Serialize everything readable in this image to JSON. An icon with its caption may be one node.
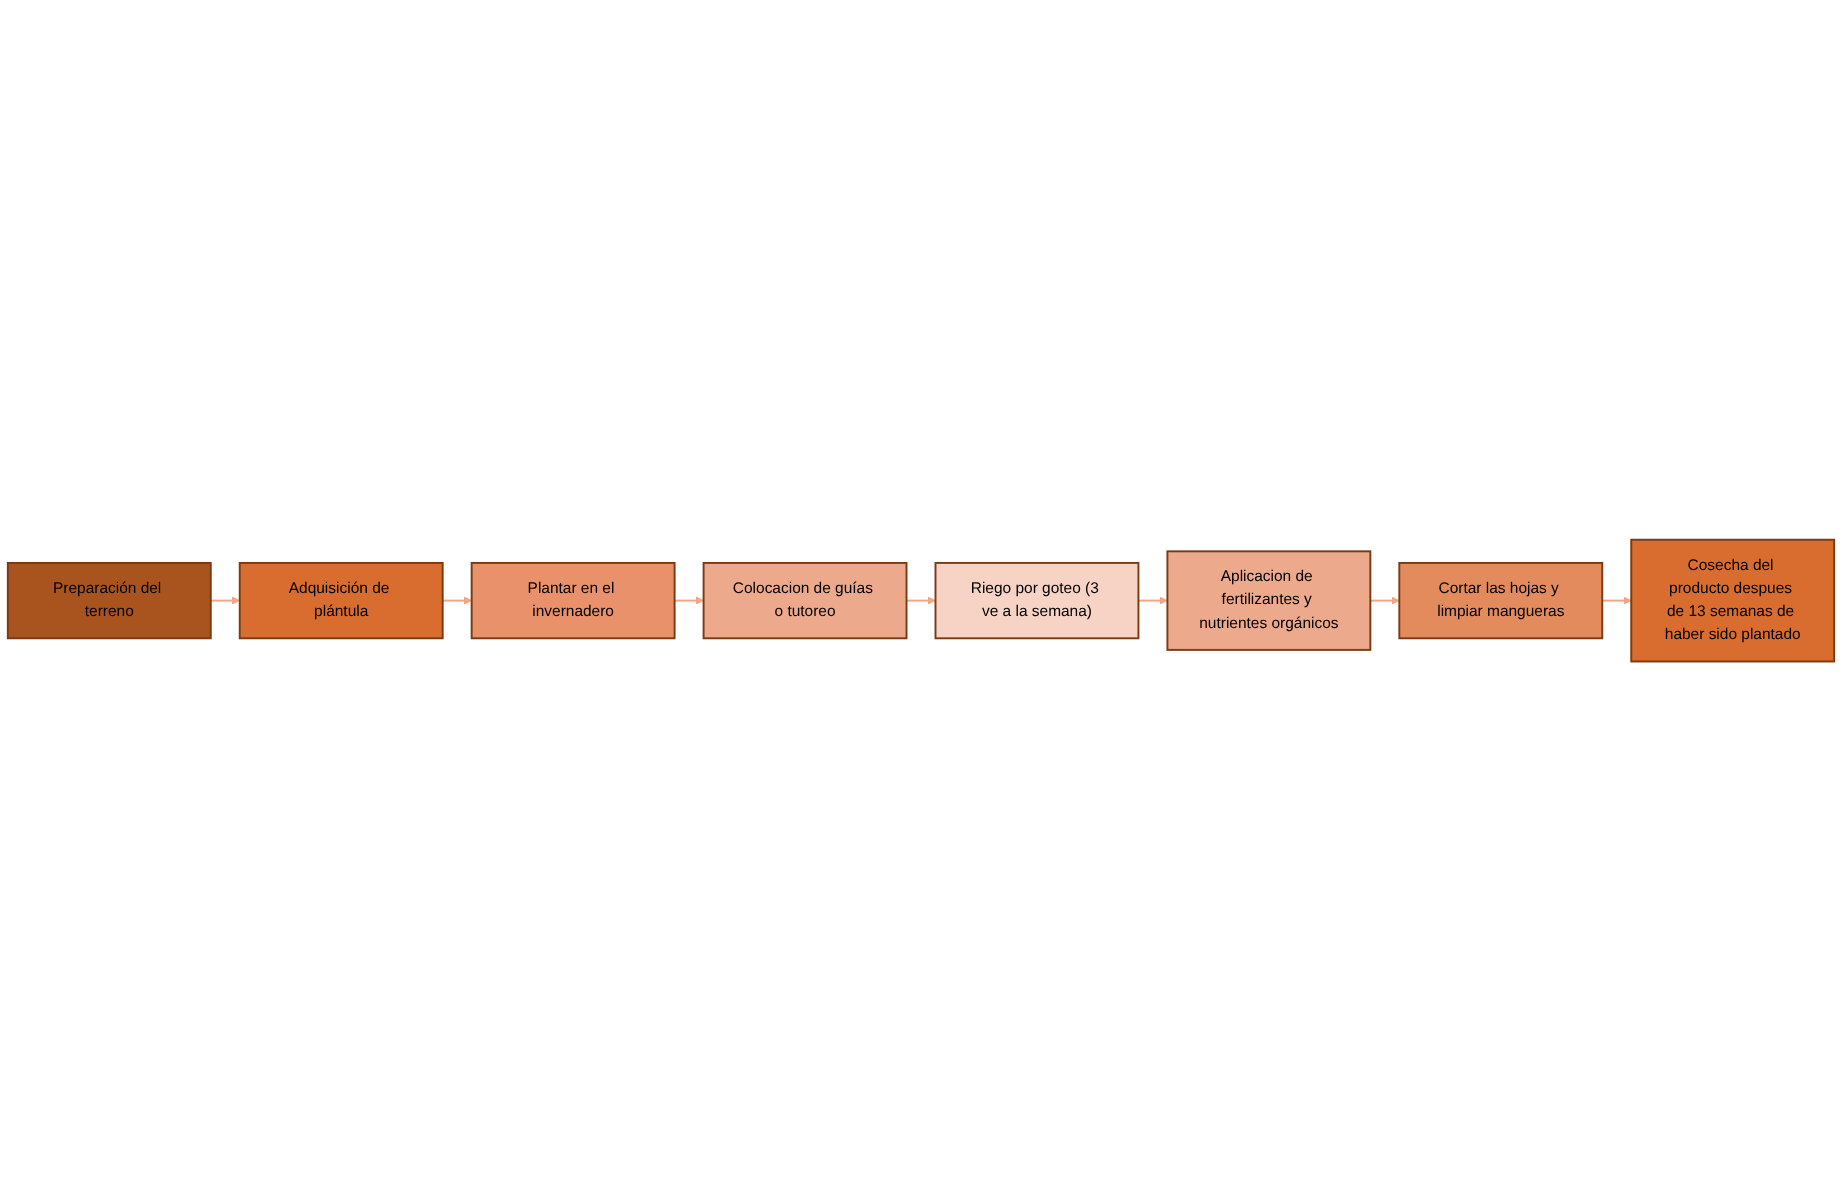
{
  "diagram": {
    "nodes": [
      {
        "text": [
          "Preparación del terreno"
        ]
      },
      {
        "text": [
          "Adquisición de plántula"
        ]
      },
      {
        "text": [
          "Plantar en el invernadero"
        ]
      },
      {
        "text": [
          "Colocacion de guías o tutoreo"
        ]
      },
      {
        "text": [
          "Riego por goteo (3 ve a la semana)"
        ]
      },
      {
        "text": [
          "Aplicacion de fertilizantes y nutrientes orgánicos"
        ]
      },
      {
        "text": [
          "Cortar las hojas y limpiar mangueras"
        ]
      },
      {
        "text": [
          "Cosecha del producto despues de 13 semanas de haber sido plantado"
        ]
      }
    ],
    "edges": [
      {
        "from": 0,
        "to": 1,
        "arrow": "to"
      },
      {
        "from": 1,
        "to": 2,
        "arrow": "to"
      },
      {
        "from": 2,
        "to": 3,
        "arrow": "to"
      },
      {
        "from": 3,
        "to": 4,
        "arrow": "to"
      },
      {
        "from": 4,
        "to": 5,
        "arrow": "to"
      },
      {
        "from": 5,
        "to": 6,
        "arrow": "to"
      },
      {
        "from": 6,
        "to": 7,
        "arrow": "to"
      }
    ]
  }
}
